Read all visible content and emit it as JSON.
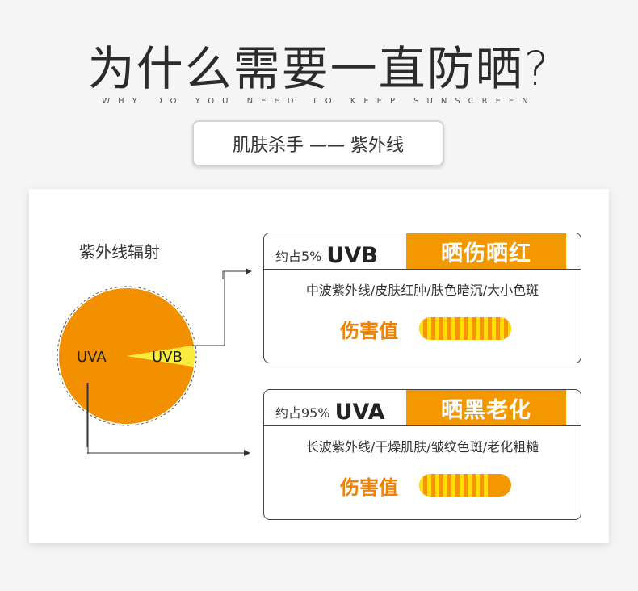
{
  "title": "为什么需要一直防晒?",
  "subtitle": "WHY DO YOU NEED TO KEEP SUNSCREEN",
  "tag": "肌肤杀手 —— 紫外线",
  "pie": {
    "label": "紫外线辐射",
    "slices": [
      {
        "name": "UVA",
        "share": 95,
        "color": "#f39000"
      },
      {
        "name": "UVB",
        "share": 5,
        "color": "#f9ec3b"
      }
    ]
  },
  "cards": [
    {
      "pct_prefix": "约占5%",
      "ray": "UVB",
      "effect": "晒伤晒红",
      "desc": "中波紫外线/皮肤红肿/肤色暗沉/大小色斑",
      "harm_label": "伤害值",
      "harm_level": 1.0
    },
    {
      "pct_prefix": "约占95%",
      "ray": "UVA",
      "effect": "晒黑老化",
      "desc": "长波紫外线/干燥肌肤/皱纹色斑/老化粗糙",
      "harm_label": "伤害值",
      "harm_level": 0.78
    }
  ],
  "colors": {
    "accent": "#f39800",
    "stripe": "#ffe000",
    "harm_text": "#f08200"
  }
}
